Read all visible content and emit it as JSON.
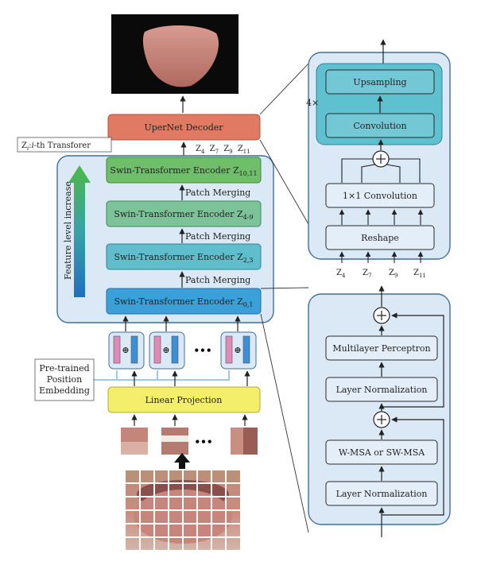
{
  "decoder": {
    "label": "UperNet Decoder"
  },
  "transformer_note": {
    "prefix": "Z",
    "sub": "i",
    "rest": ":",
    "italic": "i",
    "suffix": "-th Transforer"
  },
  "decoder_inputs": [
    {
      "main": "Z",
      "sub": "4"
    },
    {
      "main": "Z",
      "sub": "7"
    },
    {
      "main": "Z",
      "sub": "9"
    },
    {
      "main": "Z",
      "sub": "11"
    }
  ],
  "encoders": [
    {
      "main": "Swin-Transformer Encoder Z",
      "sub": "10,11",
      "color": "#6fbf6a"
    },
    {
      "main": "Swin-Transformer Encoder Z",
      "sub": "4-9",
      "color": "#7cc39a"
    },
    {
      "main": "Swin-Transformer Encoder Z",
      "sub": "2,3",
      "color": "#5fbdcc"
    },
    {
      "main": "Swin-Transformer Encoder Z",
      "sub": "0,1",
      "color": "#3aa0d8"
    }
  ],
  "patch_merging_label": "Patch Merging",
  "feature_arrow_label": "Feature level increase",
  "position_embedding": {
    "line1": "Pre-trained",
    "line2": "Position",
    "line3": "Embedding"
  },
  "linear_projection": {
    "label": "Linear Projection"
  },
  "ellipsis": "•••",
  "plus_symbol": "⊕",
  "decoder_detail": {
    "repeat_label": "4×",
    "upsampling": "Upsampling",
    "convolution": "Convolution",
    "conv1x1": "1×1 Convolution",
    "reshape": "Reshape",
    "inputs": [
      {
        "main": "Z",
        "sub": "4"
      },
      {
        "main": "Z",
        "sub": "7"
      },
      {
        "main": "Z",
        "sub": "9"
      },
      {
        "main": "Z",
        "sub": "11"
      }
    ]
  },
  "encoder_detail": {
    "mlp": "Multilayer Perceptron",
    "layer_norm_top": "Layer Normalization",
    "wmsa": "W-MSA or SW-MSA",
    "layer_norm_bottom": "Layer Normalization"
  },
  "colors": {
    "decoder": "#e07a62",
    "linear_projection": "#f4ef6a",
    "panel_bg": "#dbe9f6",
    "panel_border": "#3e6f9c",
    "teal_panel": "#5fc0cf",
    "teal_box": "#74c8d5",
    "detail_box": "#e4eef8"
  }
}
